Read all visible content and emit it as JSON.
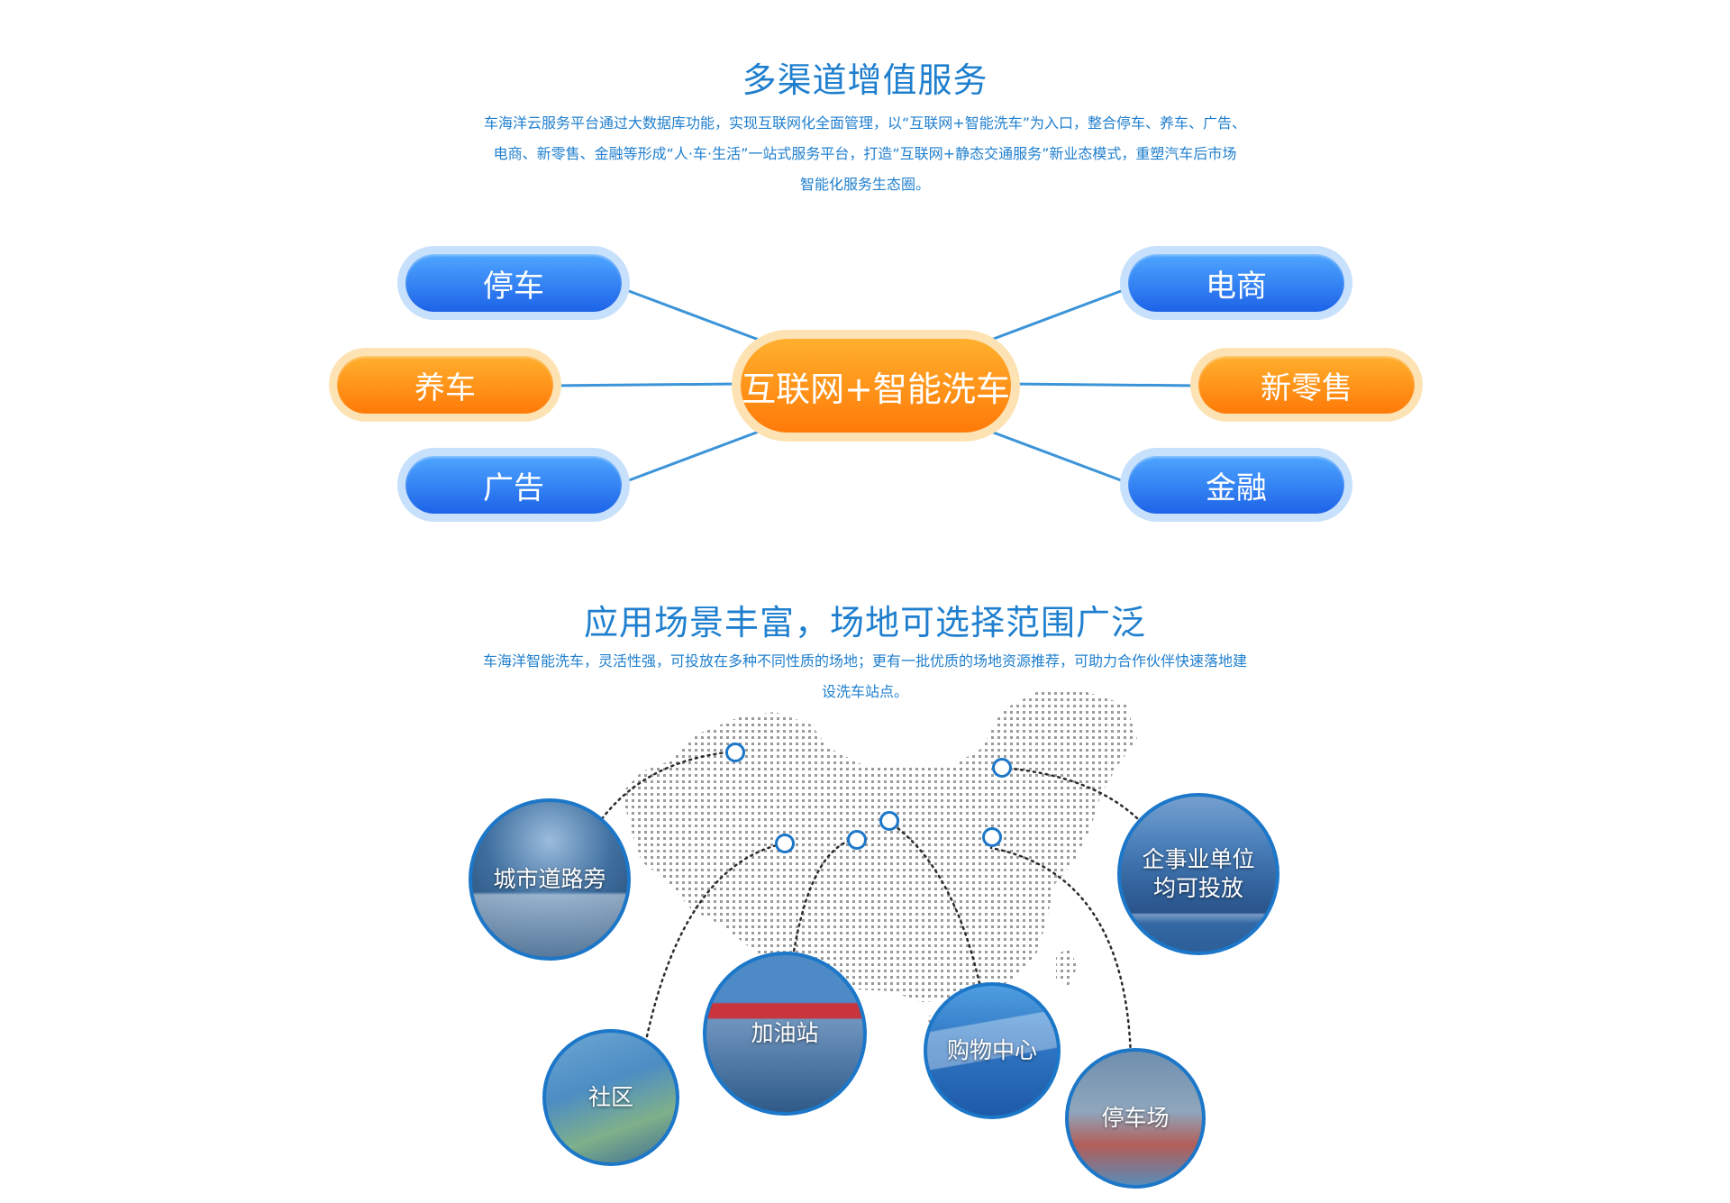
{
  "section1": {
    "title": "多渠道增值服务",
    "desc_lines": [
      "车海洋云服务平台通过大数据库功能，实现互联网化全面管理，以“互联网+智能洗车”为入口，整合停车、养车、广告、",
      "电商、新零售、金融等形成“人·车·生活”一站式服务平台，打造“互联网+静态交通服务”新业态模式，重塑汽车后市场",
      "智能化服务生态圈。"
    ]
  },
  "mindmap": {
    "center": "互联网+智能洗车",
    "left": [
      "停车",
      "养车",
      "广告"
    ],
    "right": [
      "电商",
      "新零售",
      "金融"
    ],
    "colors": {
      "blue": "#2a7cf0",
      "orange": "#ff8c12",
      "line": "#3c94d8"
    }
  },
  "section2": {
    "title": "应用场景丰富，场地可选择范围广泛",
    "desc_lines": [
      "车海洋智能洗车，灵活性强，可投放在多种不同性质的场地；更有一批优质的场地资源推荐，可助力合作伙伴快速落地建",
      "设洗车站点。"
    ]
  },
  "scenes": {
    "road": "城市道路旁",
    "company_line1": "企事业单位",
    "company_line2": "均可投放",
    "community": "社区",
    "gas_station": "加油站",
    "mall": "购物中心",
    "parking": "停车场"
  },
  "accent": "#1f7fce"
}
